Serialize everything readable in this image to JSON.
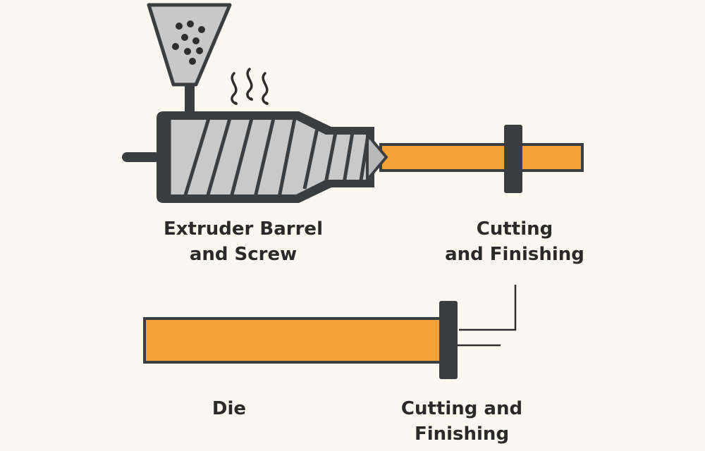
{
  "labels": {
    "extruder_line1": "Extruder Barrel",
    "extruder_line2": "and Screw",
    "cutting_top_line1": "Cutting",
    "cutting_top_line2": "and Finishing",
    "die": "Die",
    "cutting_bottom_line1": "Cutting and",
    "cutting_bottom_line2": "Finishing"
  },
  "colors": {
    "background": "#fbf8f1",
    "outline": "#3b3e40",
    "metal": "#c8c8c8",
    "extrudate": "#f4a235",
    "pellet": "#2e2e2e",
    "text": "#2a2a2a"
  },
  "icons": {
    "hopper": "hopper-icon",
    "heat": "heat-waves-icon",
    "cutter": "cutter-blade-icon"
  }
}
